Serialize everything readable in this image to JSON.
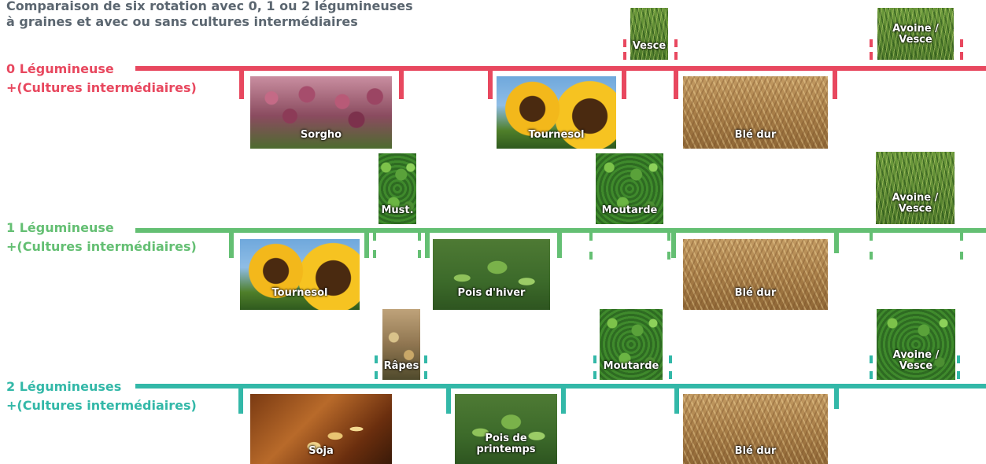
{
  "title": {
    "line1": "Comparaison de six rotation avec 0, 1 ou 2 légumineuses",
    "line2": "à graines et avec ou sans cultures intermédiaires"
  },
  "colors": {
    "row0": "#e8485f",
    "row1": "#64bf73",
    "row2": "#33b8a8"
  },
  "rows": [
    {
      "label1": "0 Légumineuse",
      "label2": "+(Cultures intermédiaires)",
      "main_crops": [
        "Sorgho",
        "Tournesol",
        "Blé dur"
      ],
      "cover_crops": [
        "Vesce",
        "Avoine / Vesce"
      ]
    },
    {
      "label1": "1 Légumineuse",
      "label2": "+(Cultures intermédiaires)",
      "main_crops": [
        "Tournesol",
        "Pois d'hiver",
        "Blé dur"
      ],
      "cover_crops": [
        "Must.",
        "Moutarde",
        "Avoine / Vesce"
      ]
    },
    {
      "label1": "2 Légumineuses",
      "label2": "+(Cultures intermédiaires)",
      "main_crops": [
        "Soja",
        "Pois de printemps",
        "Blé dur"
      ],
      "cover_crops": [
        "Râpes",
        "Moutarde",
        "Avoine / Vesce"
      ]
    }
  ]
}
